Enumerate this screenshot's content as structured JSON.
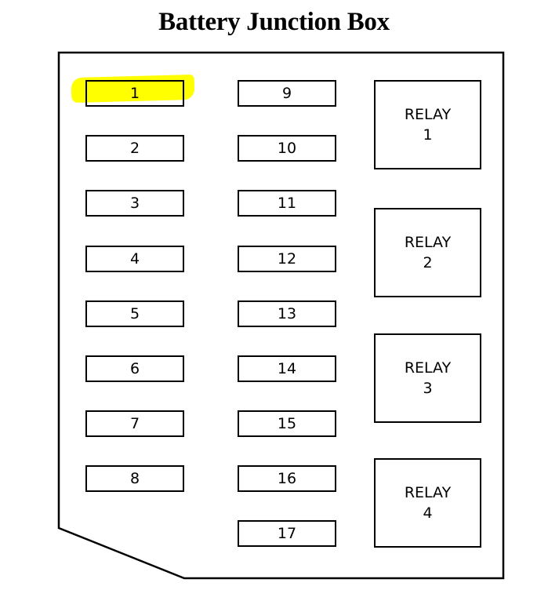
{
  "title": "Battery Junction Box",
  "highlight_color": "#ffff00",
  "fuses_left": [
    "1",
    "2",
    "3",
    "4",
    "5",
    "6",
    "7",
    "8"
  ],
  "fuses_middle": [
    "9",
    "10",
    "11",
    "12",
    "13",
    "14",
    "15",
    "16",
    "17"
  ],
  "relays": [
    {
      "label": "RELAY",
      "number": "1"
    },
    {
      "label": "RELAY",
      "number": "2"
    },
    {
      "label": "RELAY",
      "number": "3"
    },
    {
      "label": "RELAY",
      "number": "4"
    }
  ],
  "highlighted_fuse": "1"
}
